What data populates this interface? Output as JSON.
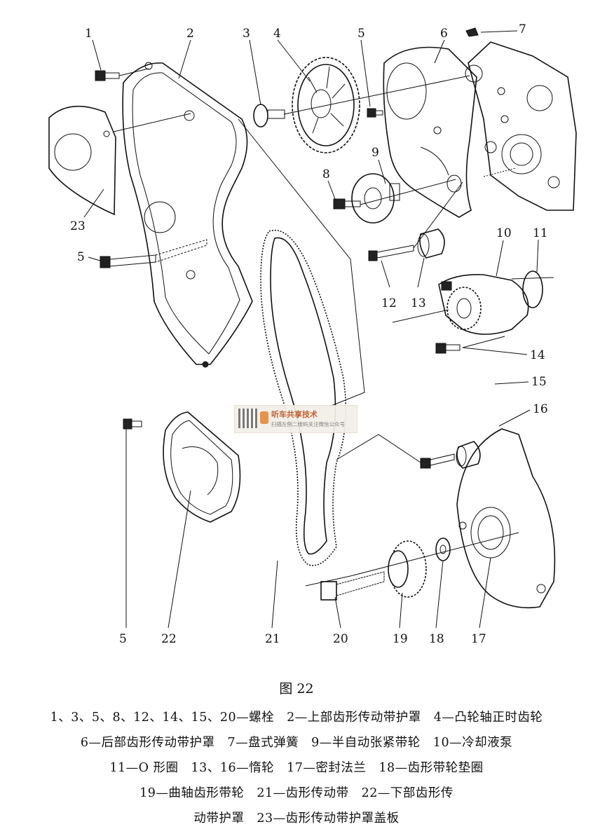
{
  "figure": {
    "title": "图 22",
    "part_labels": [
      "1",
      "2",
      "3",
      "4",
      "5",
      "6",
      "7",
      "23",
      "5",
      "8",
      "9",
      "10",
      "11",
      "12",
      "13",
      "14",
      "15",
      "16",
      "5",
      "22",
      "21",
      "20",
      "19",
      "18",
      "17"
    ]
  },
  "caption_lines": [
    "1、3、5、8、12、14、15、20—螺栓　2—上部齿形传动带护罩　4—凸轮轴正时齿轮",
    "6—后部齿形传动带护罩　7—盘式弹簧　9—半自动张紧带轮　10—冷却液泵",
    "11—O 形圈　13、16—惰轮　17—密封法兰　18—齿形带轮垫圈",
    "19—曲轴齿形带轮　21—齿形传动带　22—下部齿形传",
    "动带护罩　23—齿形传动带护罩盖板"
  ],
  "watermark": {
    "title": "听车共享技术",
    "subtitle": "扫描左侧二维码关注微信公众号"
  }
}
